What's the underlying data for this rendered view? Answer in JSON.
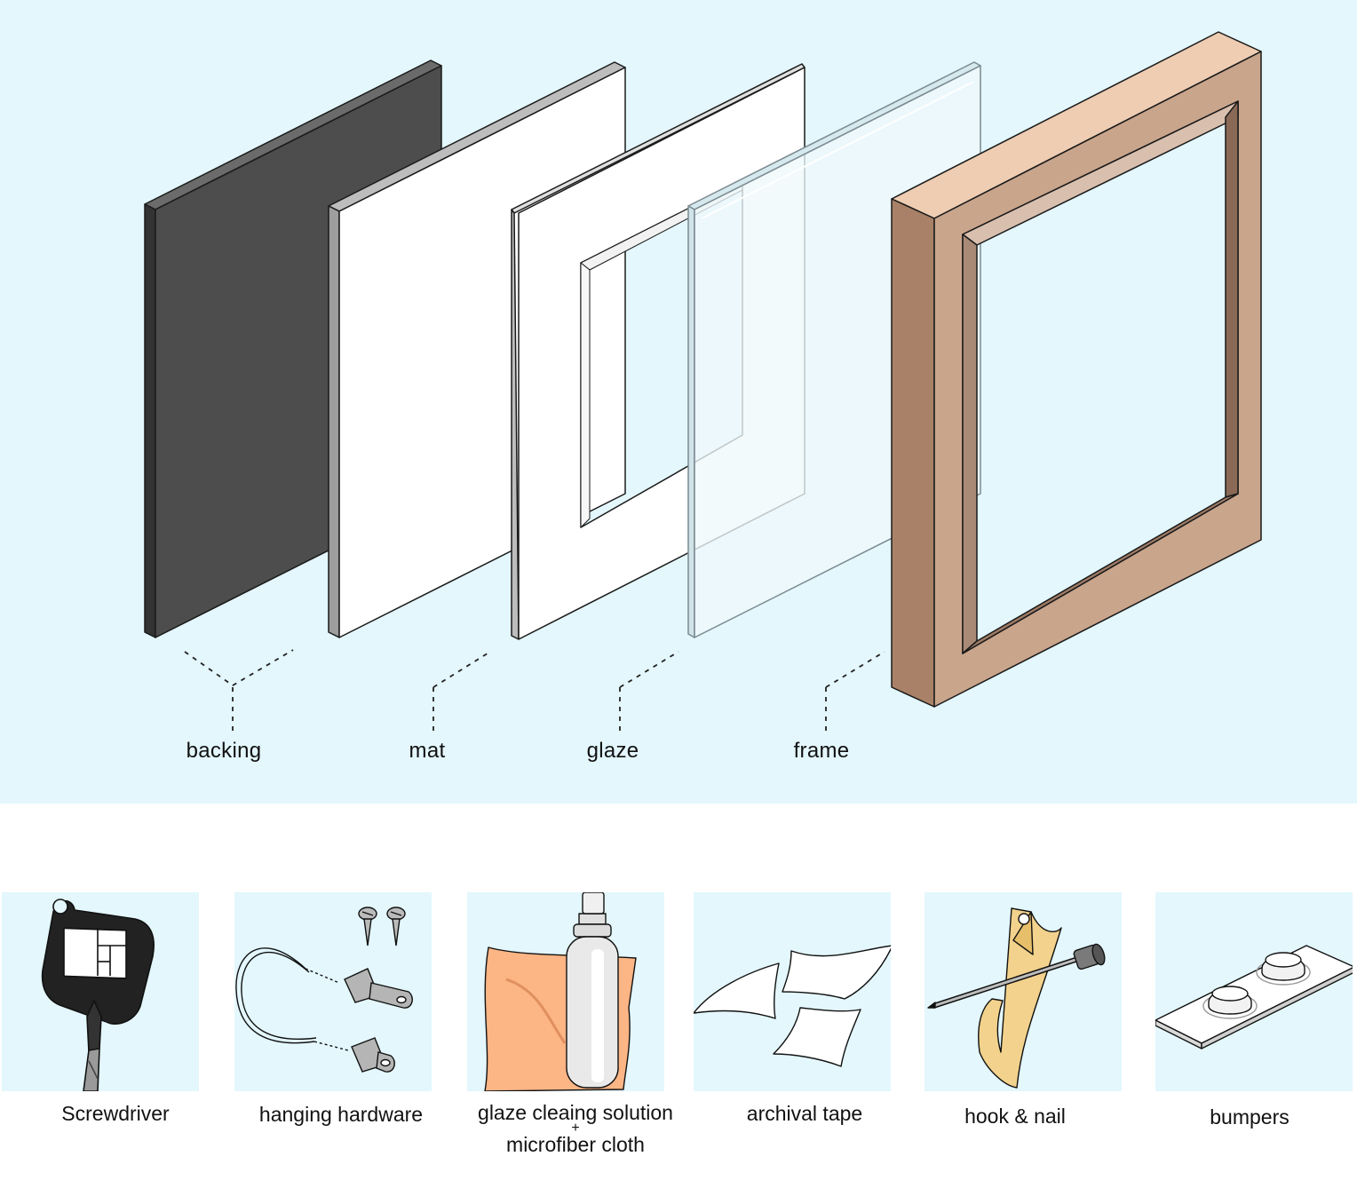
{
  "diagram": {
    "layers": [
      {
        "label": "backing",
        "fill": "#4d4d4d"
      },
      {
        "label": "mat",
        "fill": "#ffffff"
      },
      {
        "label": "glaze",
        "fill": "#ffffff"
      },
      {
        "label": "frame",
        "fill": "#c9a58c"
      }
    ]
  },
  "tools": [
    {
      "label": "Screwdriver",
      "icon": "screwdriver-icon"
    },
    {
      "label": "hanging hardware",
      "icon": "hanging-hardware-icon"
    },
    {
      "label": "glaze cleaing solution",
      "label2": "+",
      "label3": "microfiber cloth",
      "icon": "spray-bottle-cloth-icon"
    },
    {
      "label": "archival tape",
      "icon": "archival-tape-icon"
    },
    {
      "label": "hook & nail",
      "icon": "hook-nail-icon"
    },
    {
      "label": "bumpers",
      "icon": "bumpers-icon"
    }
  ],
  "colors": {
    "panel": "#e3f7fd",
    "backing": "#4d4d4d",
    "frame_wood": "#c9a58c",
    "cloth": "#fcb585",
    "hook": "#f2d28c"
  }
}
